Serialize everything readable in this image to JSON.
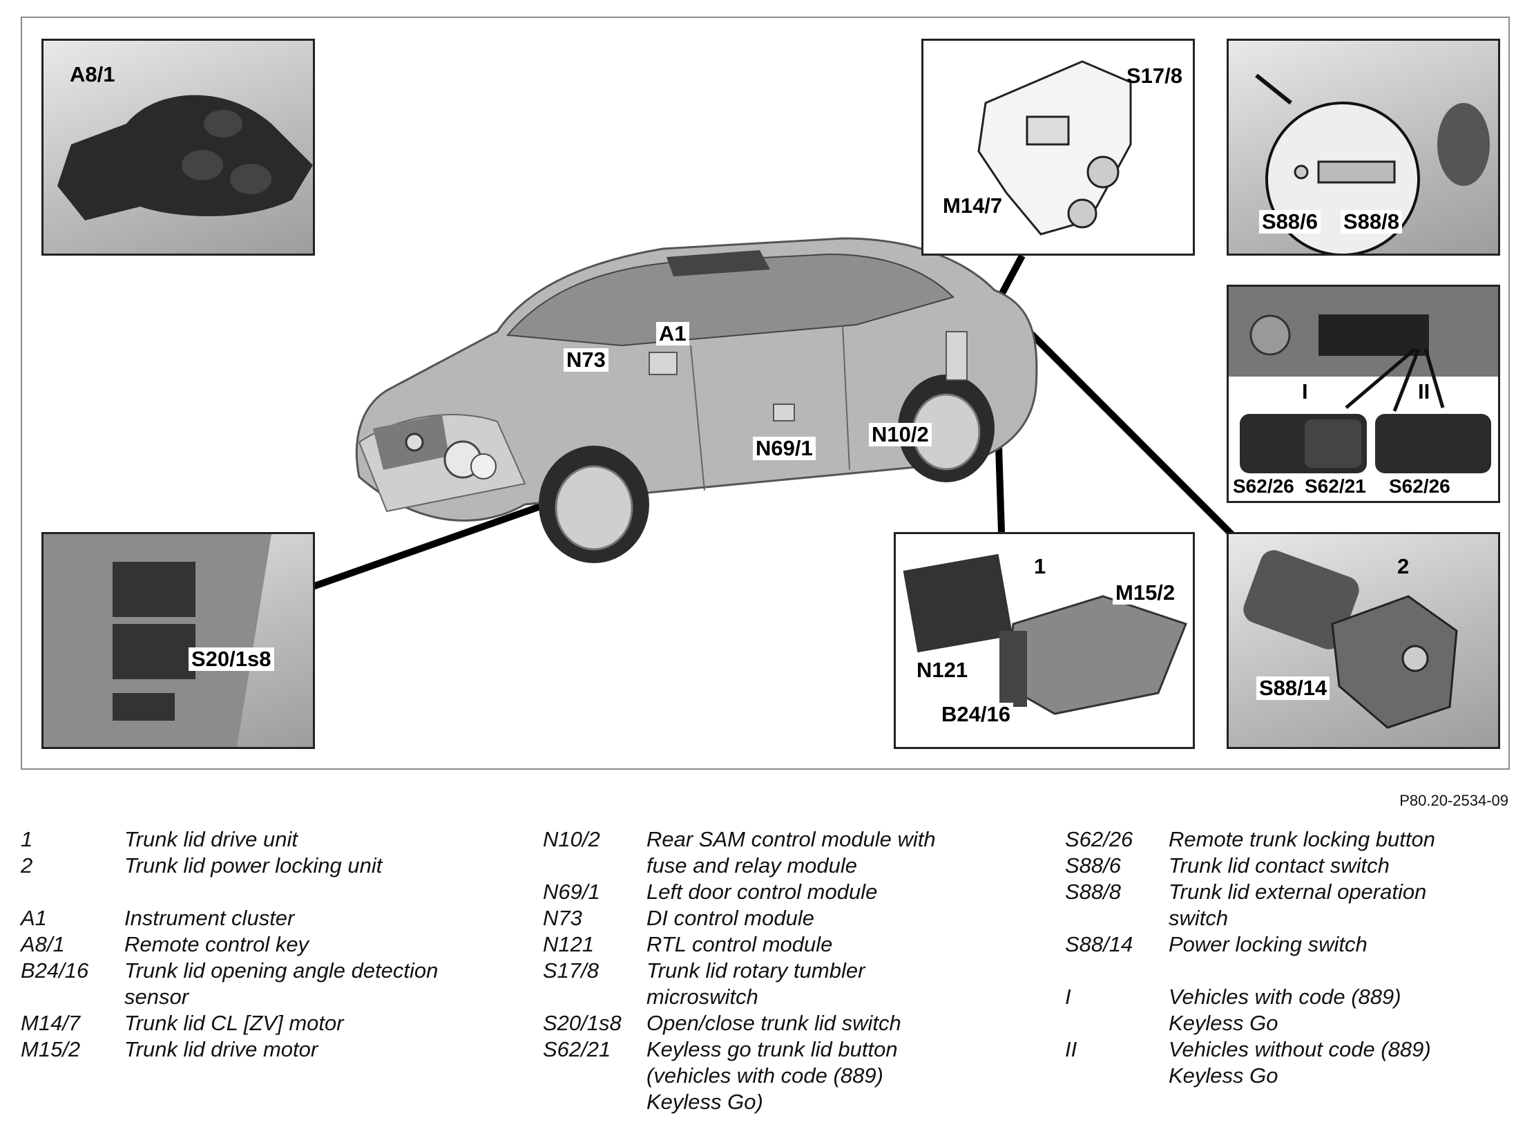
{
  "figure_ref": "P80.20-2534-09",
  "callouts": {
    "a8_1": "A8/1",
    "s17_8": "S17/8",
    "m14_7": "M14/7",
    "s88_6": "S88/6",
    "s88_8": "S88/8",
    "roman_1": "I",
    "roman_2": "II",
    "s62_26_left": "S62/26",
    "s62_21": "S62/21",
    "s62_26_right": "S62/26",
    "a1": "A1",
    "n73": "N73",
    "n69_1": "N69/1",
    "n10_2": "N10/2",
    "s20_1s8": "S20/1s8",
    "unit_1": "1",
    "m15_2": "M15/2",
    "n121": "N121",
    "b24_16": "B24/16",
    "unit_2": "2",
    "s88_14": "S88/14"
  },
  "legend": {
    "col1": [
      {
        "code": "1",
        "desc": "Trunk lid drive unit"
      },
      {
        "code": "2",
        "desc": "Trunk lid power locking unit"
      },
      {
        "code": "A1",
        "desc": "Instrument cluster"
      },
      {
        "code": "A8/1",
        "desc": "Remote control key"
      },
      {
        "code": "B24/16",
        "desc": "Trunk lid opening angle detection",
        "desc2": "sensor"
      },
      {
        "code": "M14/7",
        "desc": "Trunk lid CL [ZV] motor"
      },
      {
        "code": "M15/2",
        "desc": "Trunk lid drive motor"
      }
    ],
    "col2": [
      {
        "code": "N10/2",
        "desc": "Rear SAM control module with",
        "desc2": "fuse and relay module"
      },
      {
        "code": "N69/1",
        "desc": "Left door control module"
      },
      {
        "code": "N73",
        "desc": "DI control module"
      },
      {
        "code": "N121",
        "desc": "RTL control module"
      },
      {
        "code": "S17/8",
        "desc": "Trunk lid rotary tumbler",
        "desc2": "microswitch"
      },
      {
        "code": "S20/1s8",
        "desc": "Open/close trunk lid switch"
      },
      {
        "code": "S62/21",
        "desc": "Keyless go trunk lid button",
        "desc2": "(vehicles with code (889)",
        "desc3": "Keyless Go)"
      }
    ],
    "col3": [
      {
        "code": "S62/26",
        "desc": "Remote trunk locking button"
      },
      {
        "code": "S88/6",
        "desc": "Trunk lid contact switch"
      },
      {
        "code": "S88/8",
        "desc": "Trunk lid external operation",
        "desc2": "switch"
      },
      {
        "code": "S88/14",
        "desc": "Power locking switch"
      },
      {
        "code": "I",
        "desc": "Vehicles with code (889)",
        "desc2": "Keyless Go"
      },
      {
        "code": "II",
        "desc": "Vehicles without code (889)",
        "desc2": "Keyless Go"
      }
    ]
  }
}
